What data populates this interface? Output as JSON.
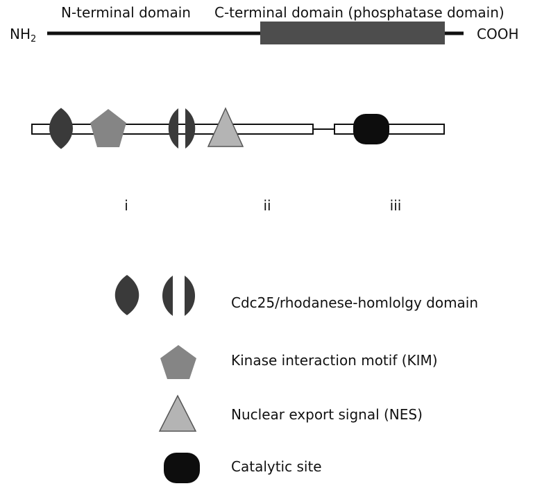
{
  "header": {
    "n_domain_label": "N-terminal domain",
    "c_domain_label": "C-terminal domain (phosphatase domain)",
    "nh2_base": "NH",
    "nh2_sub": "2",
    "cooh_label": "COOH"
  },
  "colors": {
    "dark": "#3a3a3a",
    "medium": "#858585",
    "light": "#b4b4b4",
    "black": "#0d0d0d",
    "domain_box": "#4d4d4d"
  },
  "regions": [
    {
      "label": "i"
    },
    {
      "label": "ii"
    },
    {
      "label": "iii"
    }
  ],
  "legend": [
    {
      "icon": "lens-and-split-lens-icon",
      "label": "Cdc25/rhodanese-homlolgy domain"
    },
    {
      "icon": "pentagon-icon",
      "label": "Kinase interaction motif (KIM)"
    },
    {
      "icon": "triangle-icon",
      "label": "Nuclear export signal (NES)"
    },
    {
      "icon": "rounded-octagon-icon",
      "label": "Catalytic site"
    }
  ]
}
